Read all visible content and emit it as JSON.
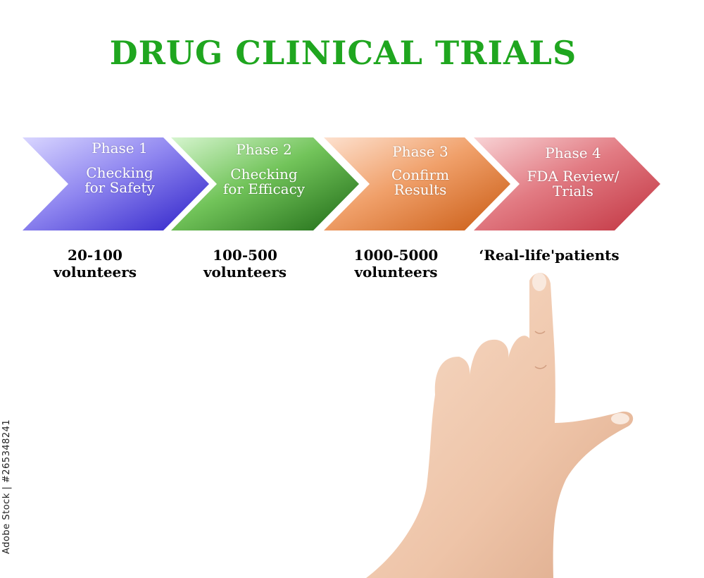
{
  "title": "DRUG CLINICAL TRIALS",
  "phases": [
    {
      "phase": "Phase 1",
      "desc1": "Checking",
      "desc2": "for Safety",
      "below1": "20-100",
      "below2": "volunteers",
      "color": "#4a3fd8"
    },
    {
      "phase": "Phase 2",
      "desc1": "Checking",
      "desc2": "for Efficacy",
      "below1": "100-500",
      "below2": "volunteers",
      "color": "#3a9a2a"
    },
    {
      "phase": "Phase 3",
      "desc1": "Confirm",
      "desc2": "Results",
      "below1": "1000-5000",
      "below2": "volunteers",
      "color": "#e07a32"
    },
    {
      "phase": "Phase 4",
      "desc1": "FDA Review/",
      "desc2": "Trials",
      "below1": "‘Real-life'patients",
      "below2": "",
      "color": "#d24c55"
    }
  ],
  "watermark": "Adobe Stock | #265348241",
  "colors": {
    "title": "#1fa61f"
  }
}
